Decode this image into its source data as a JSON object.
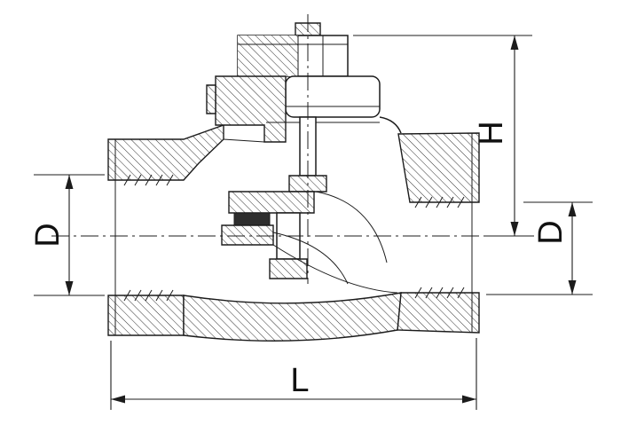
{
  "page": {
    "background": "#ffffff",
    "line_color": "#1c1c1c"
  },
  "diagram": {
    "name": "check-valve-sectional-drawing",
    "labels": {
      "left_bore": "D",
      "height": "H",
      "right_bore": "D",
      "length": "L"
    }
  }
}
